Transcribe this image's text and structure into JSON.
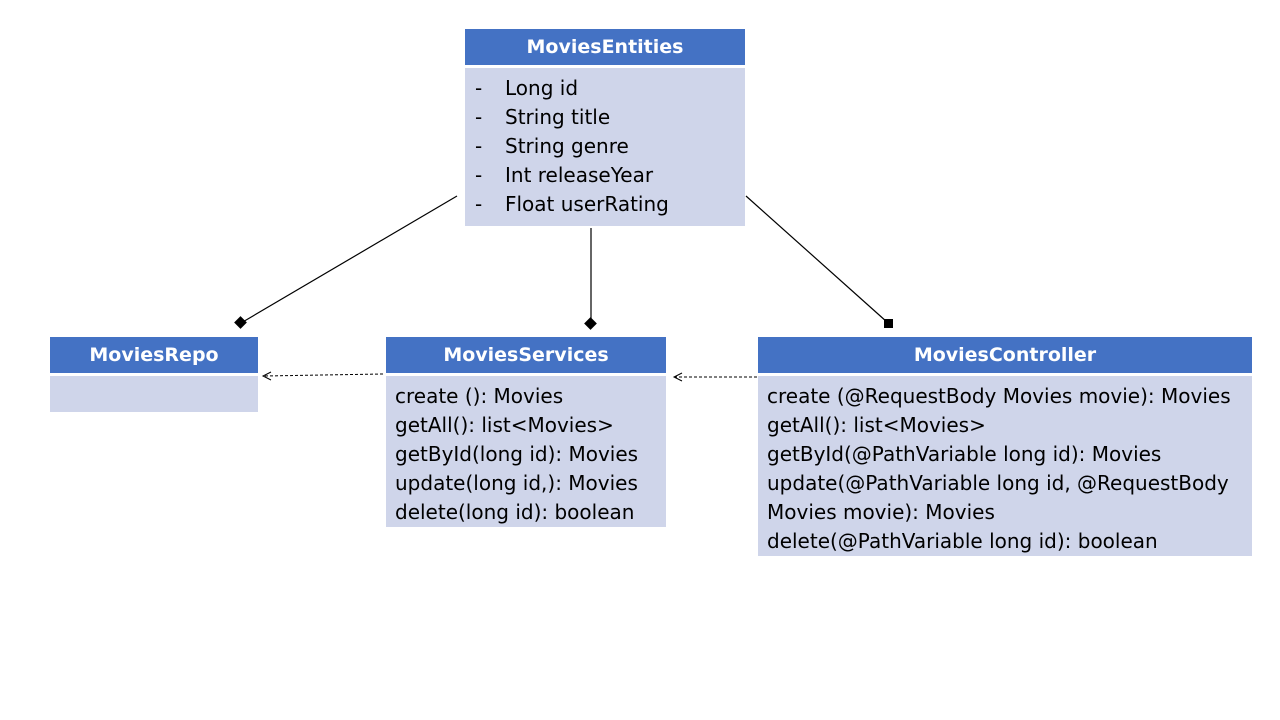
{
  "classes": {
    "entities": {
      "name": "MoviesEntities",
      "attributes": [
        {
          "marker": "-",
          "text": "Long id"
        },
        {
          "marker": "-",
          "text": "String title"
        },
        {
          "marker": "-",
          "text": "String genre"
        },
        {
          "marker": "-",
          "text": "Int releaseYear"
        },
        {
          "marker": "-",
          "text": "Float userRating"
        }
      ]
    },
    "repo": {
      "name": "MoviesRepo",
      "methods": []
    },
    "services": {
      "name": "MoviesServices",
      "methods": [
        "create (): Movies",
        "getAll(): list<Movies>",
        "getById(long id): Movies",
        "update(long id,): Movies",
        "delete(long id): boolean"
      ]
    },
    "controller": {
      "name": "MoviesController",
      "methods": [
        "create (@RequestBody Movies movie): Movies",
        "getAll(): list<Movies>",
        "getById(@PathVariable long id): Movies",
        "update(@PathVariable long id, @RequestBody",
        "Movies movie): Movies",
        "delete(@PathVariable long id): boolean"
      ]
    }
  },
  "colors": {
    "header": "#4472c4",
    "body": "#cfd5ea",
    "line": "#000000"
  }
}
